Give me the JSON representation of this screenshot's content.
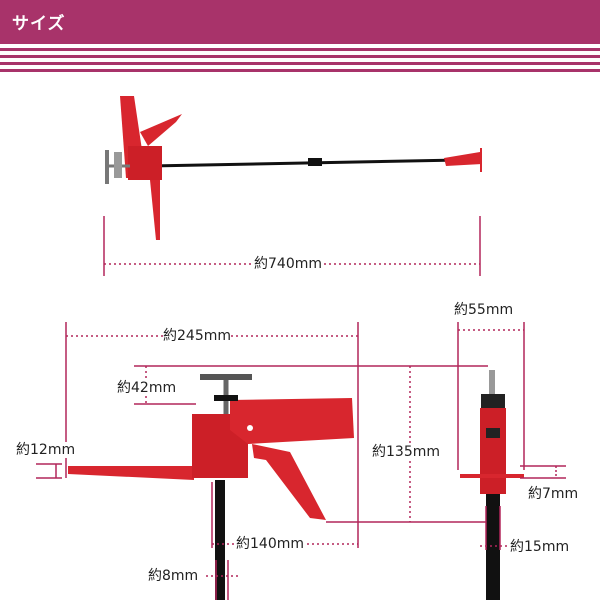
{
  "header": {
    "title": "サイズ"
  },
  "colors": {
    "brand": "#a8336a",
    "tool_red": "#d8262e",
    "dim_line": "#b2265a"
  },
  "icons": {
    "caulking_gun_side": "caulking-gun-side-icon",
    "caulking_gun_closeup": "caulking-gun-closeup-icon",
    "caulking_gun_front": "caulking-gun-front-icon"
  },
  "dimensions": {
    "total_length": "約740mm",
    "body_length": "約245mm",
    "handle_to_top": "約42mm",
    "height": "約135mm",
    "plate_thickness": "約12mm",
    "lower_length": "約140mm",
    "rod_diameter": "約8mm",
    "width": "約55mm",
    "plate_gap": "約7mm",
    "rod_width": "約15mm"
  }
}
